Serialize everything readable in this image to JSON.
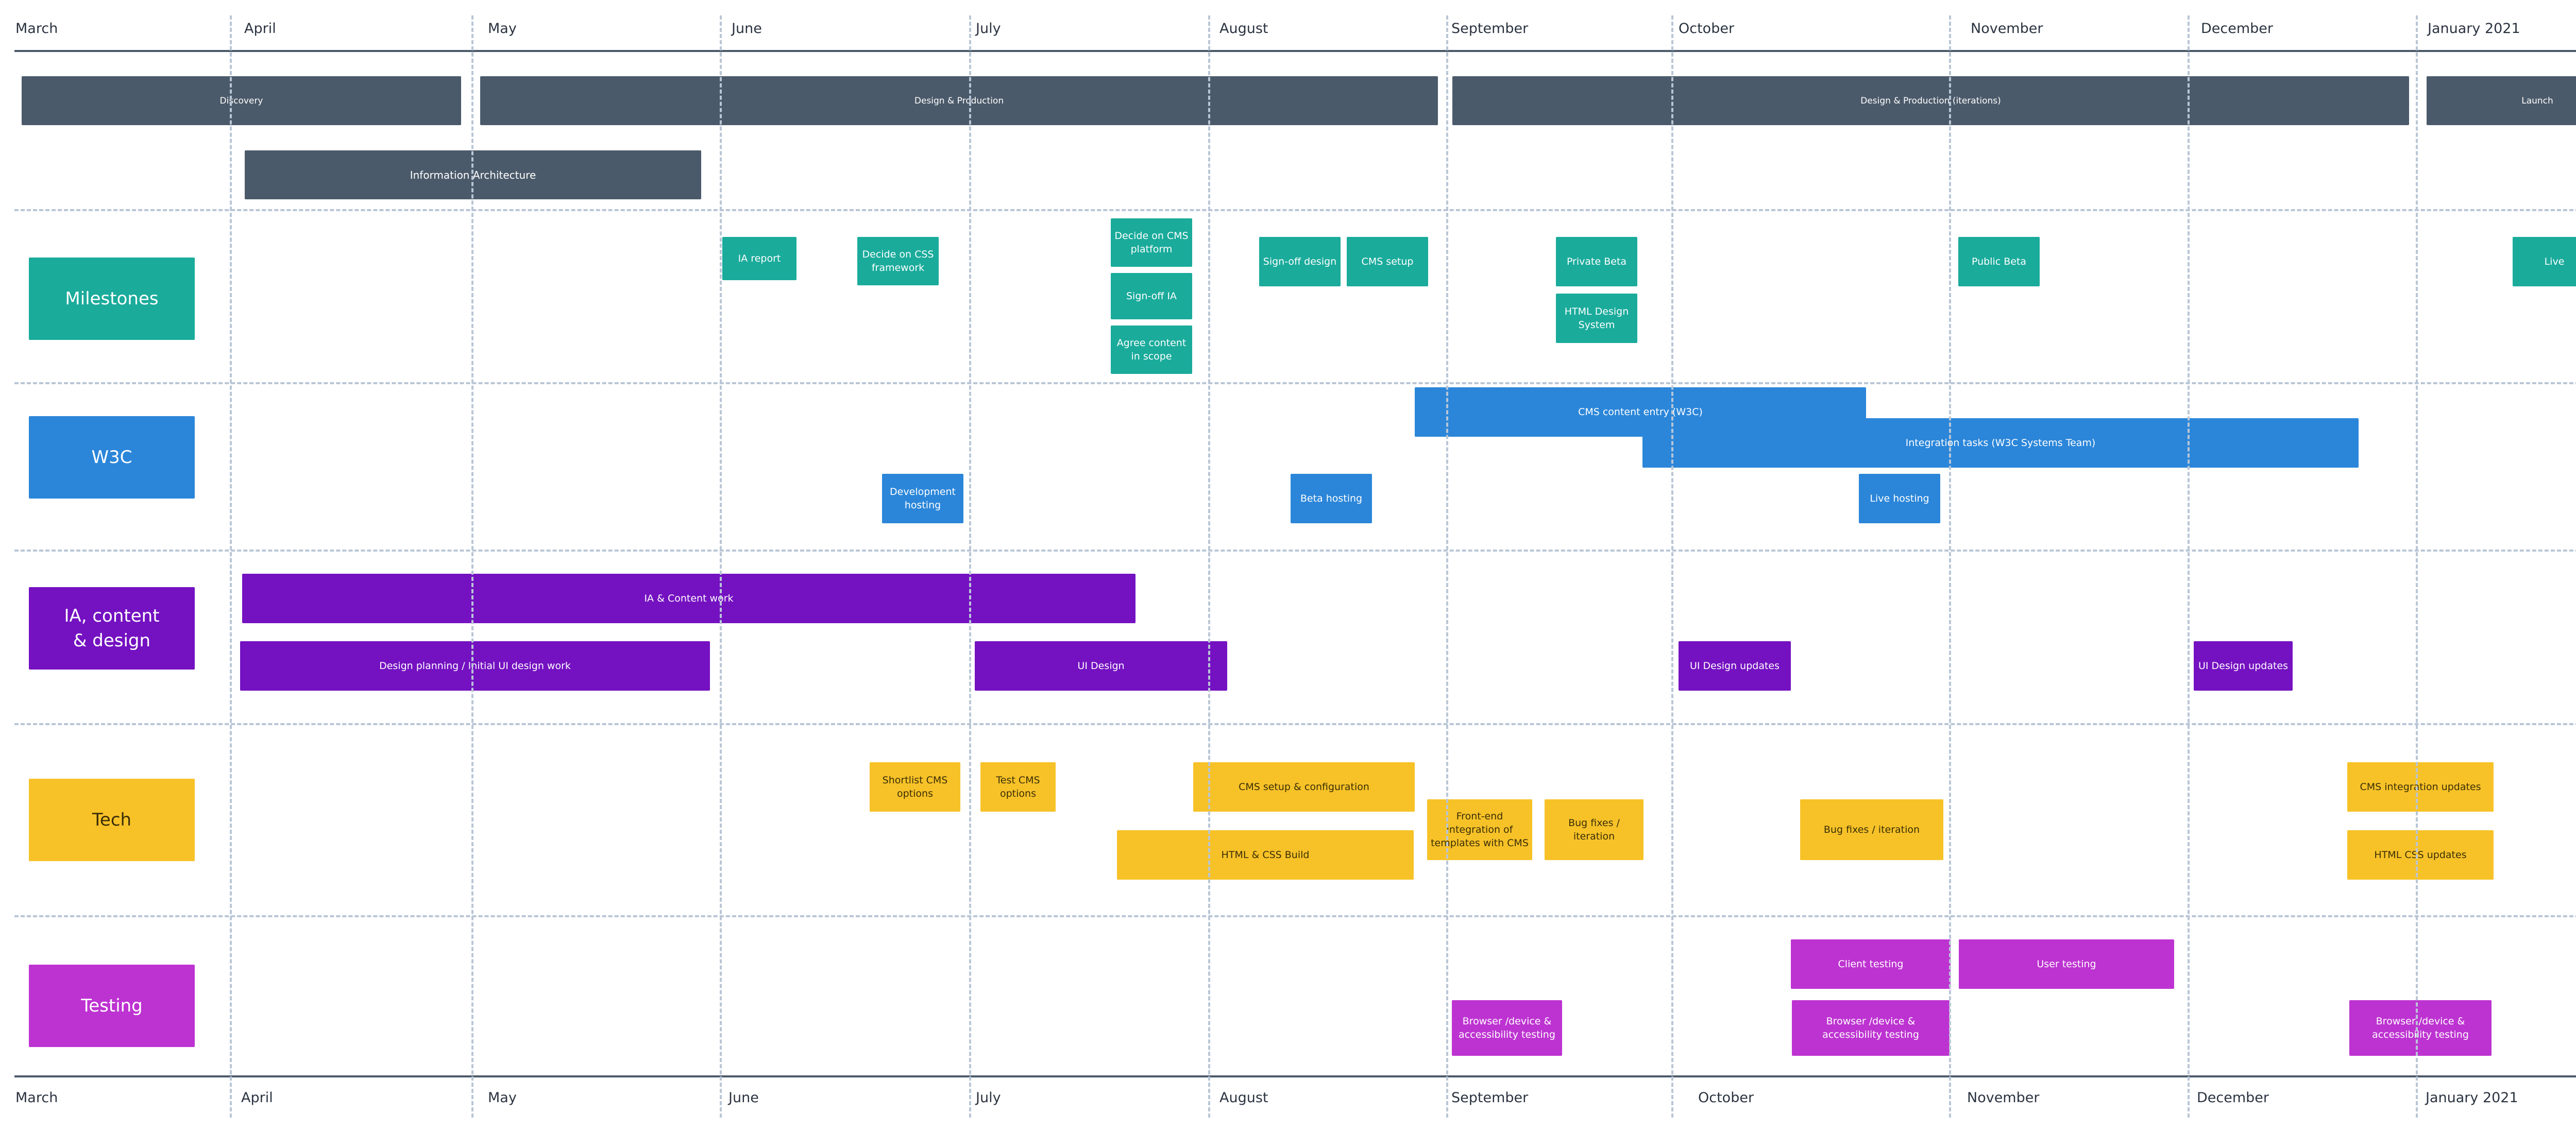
{
  "months_top": [
    "March",
    "April",
    "May",
    "June",
    "July",
    "August",
    "September",
    "October",
    "November",
    "December",
    "January 2021"
  ],
  "months_bottom": [
    "March",
    "April",
    "May",
    "June",
    "July",
    "August",
    "September",
    "October",
    "November",
    "December",
    "January 2021"
  ],
  "colors": {
    "phase": "#4b5a6a",
    "milestones": "#1aab9b",
    "w3c": "#2b86d9",
    "ia": "#7411c1",
    "tech": "#f7c228",
    "testing": "#bd33d1",
    "grid": "#b9c6d6"
  },
  "phases": {
    "discovery": "Discovery",
    "design_production": "Design & Production",
    "design_iterations": "Design & Production (iterations)",
    "launch": "Launch",
    "info_arch": "Information Architecture"
  },
  "lanes": {
    "milestones": "Milestones",
    "w3c": "W3C",
    "ia": "IA, content\n& design",
    "tech": "Tech",
    "testing": "Testing"
  },
  "milestones": {
    "ia_report": "IA report",
    "css_framework": "Decide on CSS framework",
    "cms_platform": "Decide on CMS platform",
    "signoff_ia": "Sign-off IA",
    "agree_content": "Agree content in scope",
    "signoff_design": "Sign-off design",
    "cms_setup": "CMS setup",
    "private_beta": "Private Beta",
    "html_design_system": "HTML Design System",
    "public_beta": "Public Beta",
    "live": "Live"
  },
  "w3c": {
    "cms_entry": "CMS content entry (W3C)",
    "integration": "Integration tasks (W3C Systems Team)",
    "dev_hosting": "Development hosting",
    "beta_hosting": "Beta hosting",
    "live_hosting": "Live hosting"
  },
  "ia": {
    "ia_content": "IA & Content work",
    "design_planning": "Design planning / Initial UI design work",
    "ui_design": "UI Design",
    "ui_updates_oct": "UI Design updates",
    "ui_updates_dec": "UI Design updates"
  },
  "tech": {
    "shortlist_cms": "Shortlist CMS options",
    "test_cms": "Test CMS options",
    "cms_config": "CMS setup & configuration",
    "html_css_build": "HTML & CSS Build",
    "frontend_integration": "Front-end integration of templates with CMS",
    "bug_fixes_sep": "Bug fixes / iteration",
    "bug_fixes_oct": "Bug fixes / iteration",
    "cms_integration_updates": "CMS integration updates",
    "html_css_updates": "HTML CSS updates"
  },
  "testing": {
    "browser_sep": "Browser /device & accessibility testing",
    "client_testing": "Client testing",
    "browser_oct": "Browser /device & accessibility testing",
    "user_testing": "User testing",
    "browser_jan": "Browser /device & accessibility testing"
  }
}
